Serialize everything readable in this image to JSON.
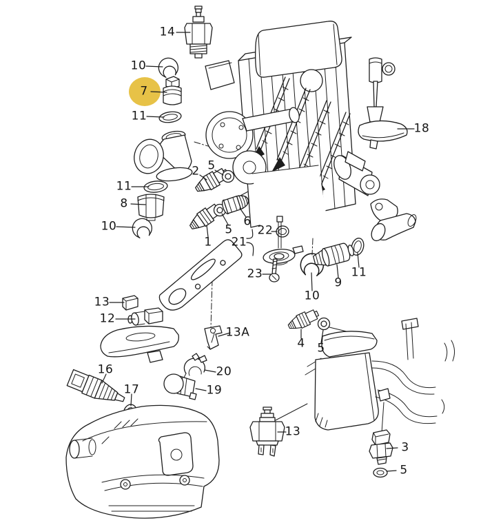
{
  "diagram": {
    "background_color": "#ffffff",
    "line_color": "#1d1d1d",
    "highlight": {
      "part_number": "7",
      "color": "#e7c247"
    },
    "labels": [
      {
        "text": "14"
      },
      {
        "text": "10"
      },
      {
        "text": "7",
        "highlighted": true
      },
      {
        "text": "11"
      },
      {
        "text": "11"
      },
      {
        "text": "8"
      },
      {
        "text": "10"
      },
      {
        "text": "2"
      },
      {
        "text": "5"
      },
      {
        "text": "1"
      },
      {
        "text": "5"
      },
      {
        "text": "6"
      },
      {
        "text": "22"
      },
      {
        "text": "21"
      },
      {
        "text": "23"
      },
      {
        "text": "10"
      },
      {
        "text": "9"
      },
      {
        "text": "11"
      },
      {
        "text": "18"
      },
      {
        "text": "13"
      },
      {
        "text": "12"
      },
      {
        "text": "13A"
      },
      {
        "text": "20"
      },
      {
        "text": "19"
      },
      {
        "text": "16"
      },
      {
        "text": "17"
      },
      {
        "text": "4"
      },
      {
        "text": "5"
      },
      {
        "text": "13"
      },
      {
        "text": "3"
      },
      {
        "text": "5"
      }
    ]
  }
}
